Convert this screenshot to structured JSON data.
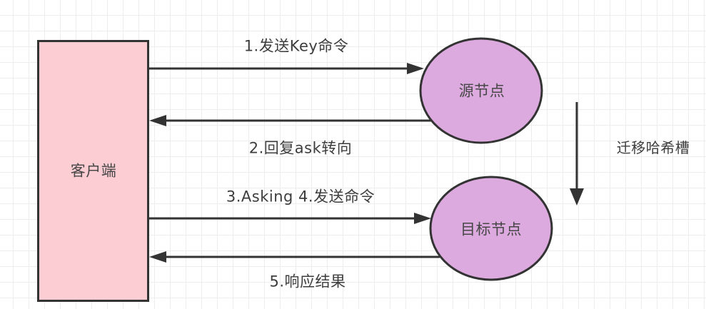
{
  "diagram": {
    "title_hint": "Redis cluster ASK redirection flow",
    "colors": {
      "client_fill": "#fccdd3",
      "node_fill": "#dcaade",
      "stroke": "#333333",
      "grid_line": "#ededed",
      "background": "#ffffff",
      "text": "#404040"
    },
    "nodes": {
      "client": {
        "label": "客户端",
        "shape": "rectangle"
      },
      "source": {
        "label": "源节点",
        "shape": "ellipse"
      },
      "target": {
        "label": "目标节点",
        "shape": "ellipse"
      }
    },
    "edges": {
      "send_key": {
        "label": "1.发送Key命令",
        "from": "client",
        "to": "source"
      },
      "reply_ask": {
        "label": "2.回复ask转向",
        "from": "source",
        "to": "client"
      },
      "asking_send": {
        "label": "3.Asking 4.发送命令",
        "from": "client",
        "to": "target"
      },
      "respond_result": {
        "label": "5.响应结果",
        "from": "target",
        "to": "client"
      },
      "migrate_slot": {
        "label": "迁移哈希槽",
        "from": "source",
        "to": "target"
      }
    }
  }
}
